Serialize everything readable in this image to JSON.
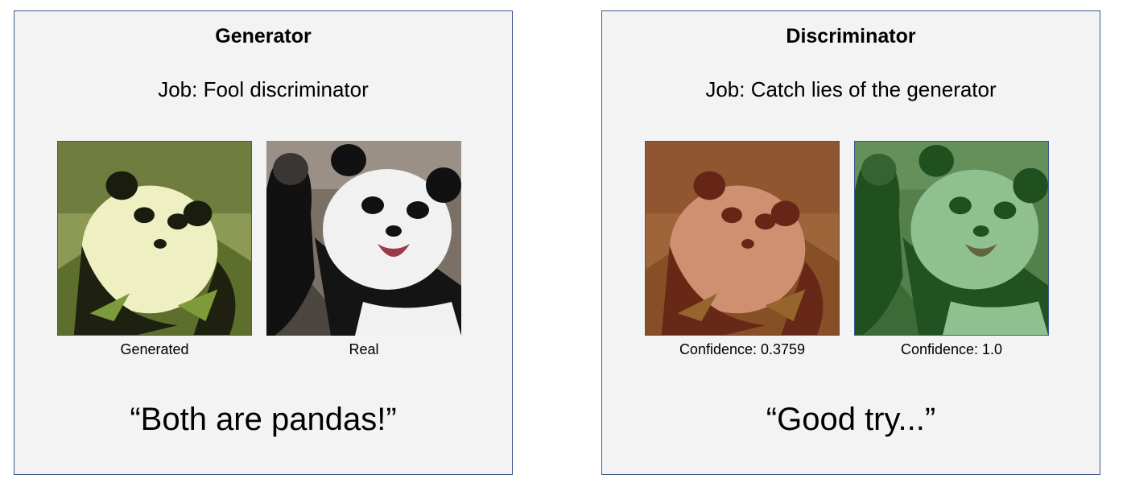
{
  "generator": {
    "title": "Generator",
    "job": "Job: Fool discriminator",
    "images": [
      {
        "caption": "Generated",
        "icon": "generated-panda-image"
      },
      {
        "caption": "Real",
        "icon": "real-panda-image"
      }
    ],
    "quote": "“Both are pandas!”"
  },
  "discriminator": {
    "title": "Discriminator",
    "job": "Job: Catch lies of the generator",
    "images": [
      {
        "caption": "Confidence: 0.3759",
        "icon": "generated-panda-red-tint-image",
        "tint": "#b03020"
      },
      {
        "caption": "Confidence: 1.0",
        "icon": "real-panda-green-tint-image",
        "tint": "#2f8f2f"
      }
    ],
    "quote": "“Good try...”"
  },
  "colors": {
    "panel_background": "#f3f3f3",
    "panel_border": "#3d5a8c"
  }
}
